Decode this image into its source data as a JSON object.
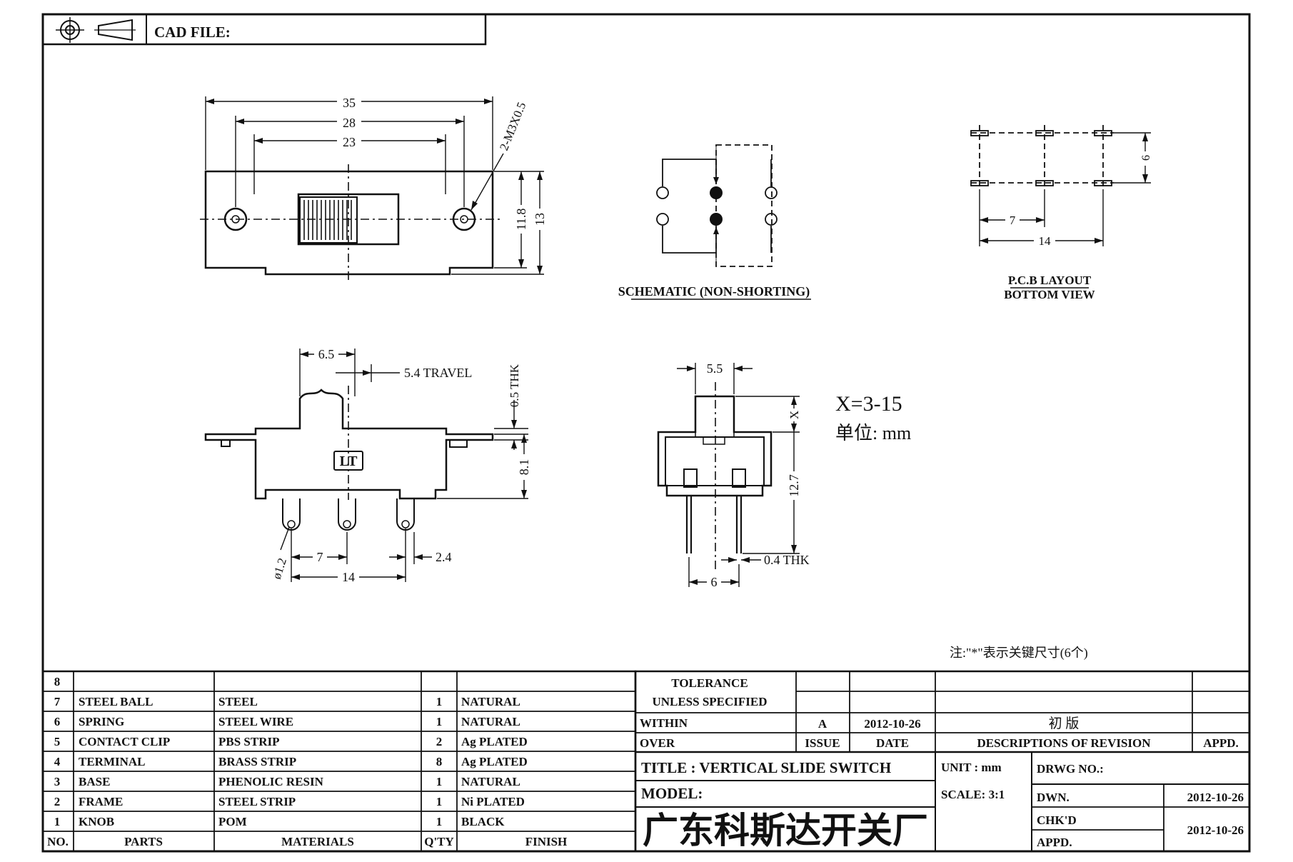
{
  "header": {
    "cad_label": "CAD FILE:",
    "projection_icon": "third-angle-projection-icon"
  },
  "top_view": {
    "dim_35": "35",
    "dim_28": "28",
    "dim_23": "23",
    "dim_hole": "2-M3X0.5",
    "dim_11_8": "11.8",
    "dim_13": "13"
  },
  "schematic": {
    "caption": "SCHEMATIC (NON-SHORTING)"
  },
  "pcb": {
    "caption_1": "P.C.B LAYOUT",
    "caption_2": "BOTTOM VIEW",
    "dim_6": "6",
    "dim_7": "7",
    "dim_14": "14"
  },
  "side_view": {
    "dim_6_5": "6.5",
    "dim_travel": "5.4 TRAVEL",
    "dim_0_5_thk": "0.5 THK",
    "dim_8_1": "8.1",
    "brand": "LT",
    "dim_dia": "ø1.2",
    "dim_7": "7",
    "dim_2_4": "2.4",
    "dim_14": "14"
  },
  "end_view": {
    "dim_5_5": "5.5",
    "dim_x": "X",
    "dim_12_7": "12.7",
    "dim_0_4_thk": "0.4 THK",
    "dim_6": "6"
  },
  "notes": {
    "x_range": "X=3-15",
    "unit": "单位: mm",
    "footnote": "注:\"*\"表示关键尺寸(6个)"
  },
  "bom": {
    "rows": [
      {
        "no": "8",
        "part": "",
        "material": "",
        "qty": "",
        "finish": ""
      },
      {
        "no": "7",
        "part": "STEEL BALL",
        "material": "STEEL",
        "qty": "1",
        "finish": "NATURAL"
      },
      {
        "no": "6",
        "part": "SPRING",
        "material": "STEEL WIRE",
        "qty": "1",
        "finish": "NATURAL"
      },
      {
        "no": "5",
        "part": "CONTACT CLIP",
        "material": "PBS STRIP",
        "qty": "2",
        "finish": "Ag PLATED"
      },
      {
        "no": "4",
        "part": "TERMINAL",
        "material": "BRASS STRIP",
        "qty": "8",
        "finish": "Ag PLATED"
      },
      {
        "no": "3",
        "part": "BASE",
        "material": "PHENOLIC RESIN",
        "qty": "1",
        "finish": "NATURAL"
      },
      {
        "no": "2",
        "part": "FRAME",
        "material": "STEEL STRIP",
        "qty": "1",
        "finish": "Ni PLATED"
      },
      {
        "no": "1",
        "part": "KNOB",
        "material": "POM",
        "qty": "1",
        "finish": "BLACK"
      }
    ],
    "headers": {
      "no": "NO.",
      "part": "PARTS",
      "material": "MATERIALS",
      "qty": "Q'TY",
      "finish": "FINISH"
    }
  },
  "title_block": {
    "tolerance_1": "TOLERANCE",
    "tolerance_2": "UNLESS SPECIFIED",
    "within": "WITHIN",
    "over": "OVER",
    "rev_issue": "A",
    "rev_date": "2012-10-26",
    "rev_desc": "初 版",
    "hdr_issue": "ISSUE",
    "hdr_date": "DATE",
    "hdr_desc": "DESCRIPTIONS OF REVISION",
    "hdr_appd": "APPD.",
    "title": "TITLE : VERTICAL SLIDE SWITCH",
    "unit": "UNIT : mm",
    "drwg_no": "DRWG NO.:",
    "model": "MODEL:",
    "scale": "SCALE: 3:1",
    "dwn": "DWN.",
    "dwn_date": "2012-10-26",
    "chkd": "CHK'D",
    "appd": "APPD.",
    "chk_date": "2012-10-26",
    "company": "广东科斯达开关厂"
  }
}
